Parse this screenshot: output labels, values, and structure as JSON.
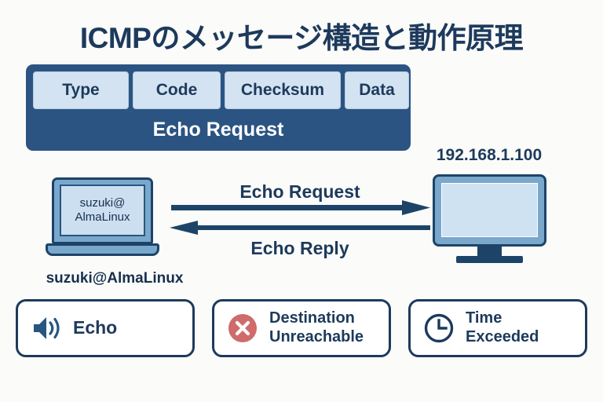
{
  "page": {
    "title": "ICMPのメッセージ構造と動作原理",
    "background_color": "#fbfbfa",
    "accent_dark": "#1d3a5c",
    "accent_blue": "#2c5482",
    "accent_light": "#d3e3f1",
    "error_red": "#cf6b6b"
  },
  "packet": {
    "fields": [
      {
        "label": "Type"
      },
      {
        "label": "Code"
      },
      {
        "label": "Checksum"
      },
      {
        "label": "Data"
      }
    ],
    "message_label": "Echo Request"
  },
  "flow": {
    "client": {
      "screen_line1": "suzuki@",
      "screen_line2": "AlmaLinux",
      "caption": "suzuki@AlmaLinux",
      "icon": "laptop-icon"
    },
    "server": {
      "ip_address": "192.168.1.100",
      "icon": "monitor-icon"
    },
    "arrows": [
      {
        "label": "Echo Request",
        "direction": "right",
        "icon": "arrow-right-icon"
      },
      {
        "label": "Echo Reply",
        "direction": "left",
        "icon": "arrow-left-icon"
      }
    ]
  },
  "message_types": [
    {
      "icon": "speaker-icon",
      "line1": "Echo",
      "line2": "",
      "icon_color": "#27567f"
    },
    {
      "icon": "error-circle-x-icon",
      "line1": "Destination",
      "line2": "Unreachable",
      "icon_color": "#cf6b6b"
    },
    {
      "icon": "clock-icon",
      "line1": "Time",
      "line2": "Exceeded",
      "icon_color": "#1d3a5c"
    }
  ]
}
